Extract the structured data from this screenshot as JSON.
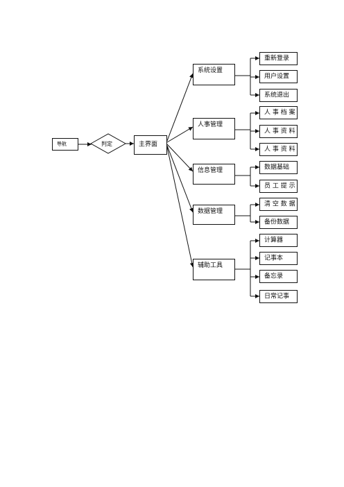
{
  "start": {
    "label": "导航"
  },
  "decision": {
    "label": "判定"
  },
  "main": {
    "label": "主界面"
  },
  "modules": [
    {
      "label": "系统设置",
      "items": [
        "重新登录",
        "用户设置",
        "系统退出"
      ]
    },
    {
      "label": "人事管理",
      "items": [
        "人 事 档 案",
        "人 事 资 料",
        "人 事 资 料"
      ]
    },
    {
      "label": "信息管理",
      "items": [
        "数据基础",
        "员 工 提 示"
      ]
    },
    {
      "label": "数据管理",
      "items": [
        "清 空 数 据",
        "备份数据"
      ]
    },
    {
      "label": "辅助工具",
      "items": [
        "计算器",
        "记事本",
        "备忘录",
        "日常记事"
      ]
    }
  ]
}
